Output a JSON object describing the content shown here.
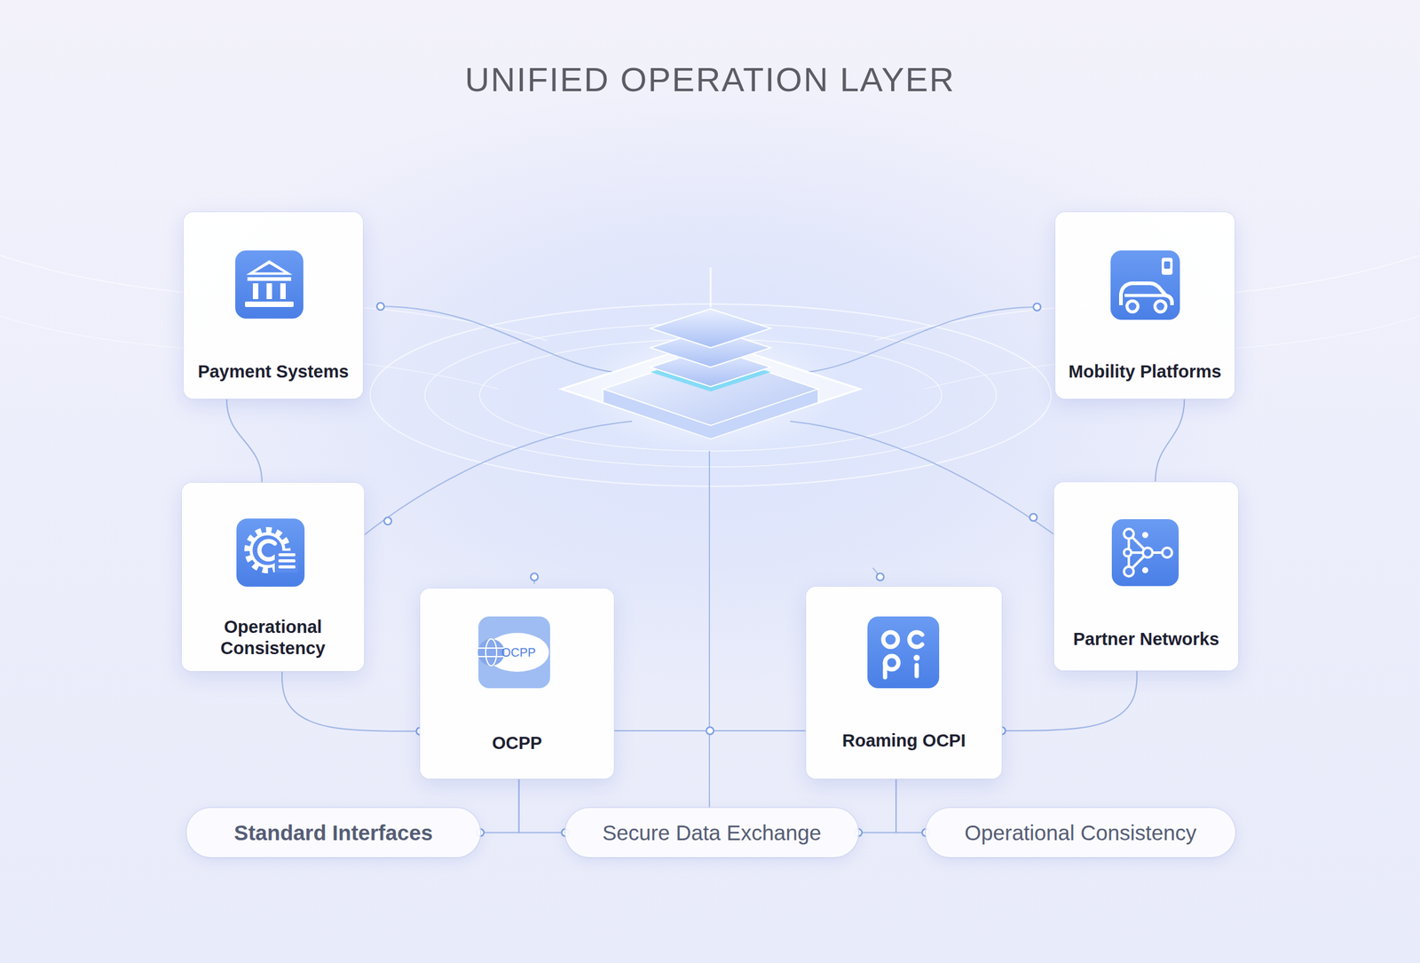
{
  "diagram": {
    "title": "UNIFIED OPERATION LAYER",
    "nodes": [
      {
        "text": [
          "Payment Systems"
        ]
      },
      {
        "text": [
          "Mobility Platforms"
        ]
      },
      {
        "text": [
          "Operational Consistency"
        ]
      },
      {
        "text": [
          "Partner Networks"
        ]
      },
      {
        "text": [
          "OCPP"
        ]
      },
      {
        "text": [
          "Roaming OCPI"
        ]
      },
      {
        "text": [
          "Standard Interfaces"
        ]
      },
      {
        "text": [
          "Secure Data Exchange"
        ]
      },
      {
        "text": [
          "Operational Consistency"
        ]
      }
    ],
    "edges": [
      {
        "from": 0,
        "to": 2,
        "arrow": "none"
      },
      {
        "from": 1,
        "to": 3,
        "arrow": "none"
      },
      {
        "from": 2,
        "to": 4,
        "arrow": "none"
      },
      {
        "from": 3,
        "to": 5,
        "arrow": "none"
      },
      {
        "from": 4,
        "to": 5,
        "arrow": "none"
      },
      {
        "from": 4,
        "to": 6,
        "arrow": "none"
      },
      {
        "from": 4,
        "to": 7,
        "arrow": "none"
      },
      {
        "from": 5,
        "to": 7,
        "arrow": "none"
      },
      {
        "from": 5,
        "to": 8,
        "arrow": "none"
      }
    ],
    "labels": [
      "OCPP"
    ]
  }
}
